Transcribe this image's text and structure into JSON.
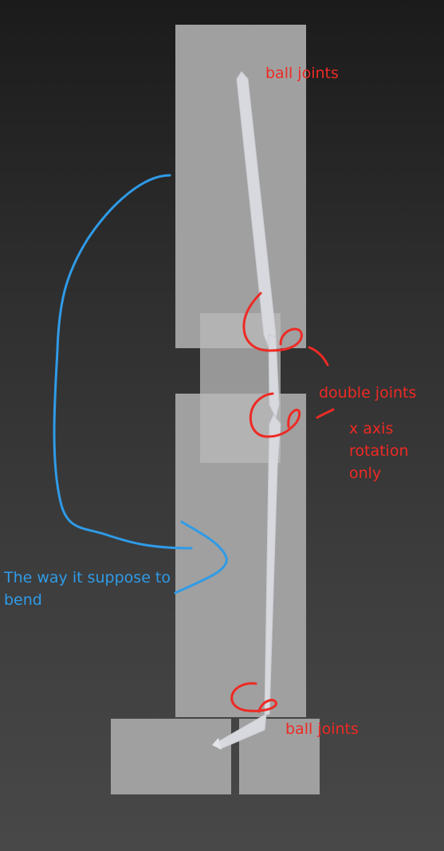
{
  "labels": {
    "ball_joints_top": "ball joints",
    "double_joints": "double joints",
    "x_axis_rotation": "x axis rotation only",
    "ball_joints_bottom": "ball joints",
    "bend_note": "The way it suppose to bend"
  },
  "colors": {
    "annotation_red": "#ee2a24",
    "annotation_blue": "#2f9be8",
    "block_grey": "#a0a0a0",
    "bone_white": "#d7d9de"
  }
}
